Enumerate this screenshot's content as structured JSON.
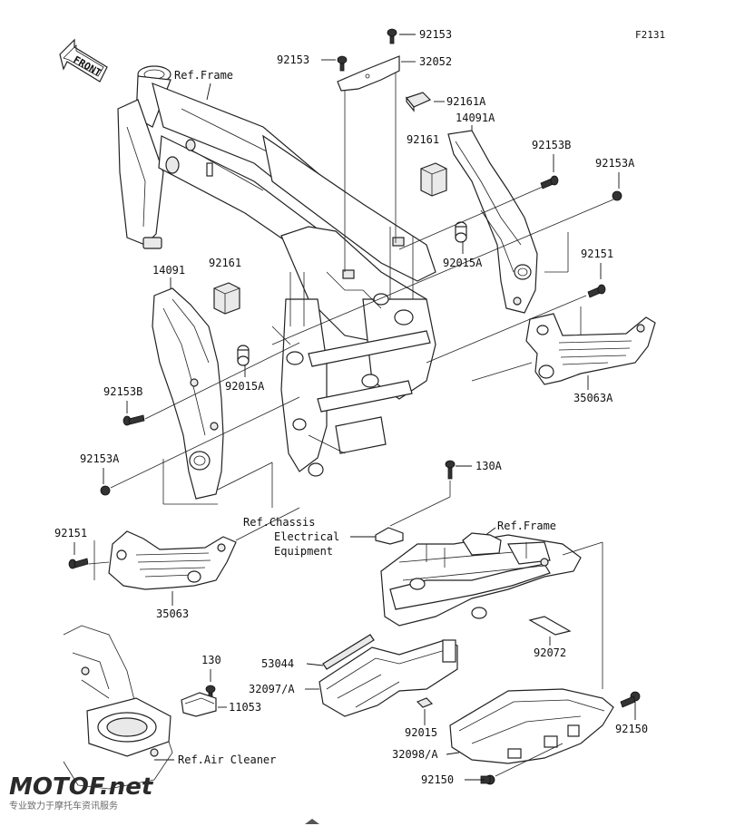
{
  "figure_code": "F2131",
  "front_label": "FRONT",
  "refs": {
    "frame_top": "Ref.Frame",
    "frame_sub": "Ref.Frame",
    "chassis_line1": "Ref.Chassis",
    "chassis_line2": "Electrical",
    "chassis_line3": "Equipment",
    "air_cleaner": "Ref.Air Cleaner"
  },
  "parts": {
    "p92153_top": "92153",
    "p92153_left": "92153",
    "p32052": "32052",
    "p92161A": "92161A",
    "p14091A": "14091A",
    "p92161_right": "92161",
    "p92153B_right": "92153B",
    "p92153A_right": "92153A",
    "p92015A_right": "92015A",
    "p92151_right": "92151",
    "p35063A": "35063A",
    "p14091": "14091",
    "p92161_left": "92161",
    "p92015A_left": "92015A",
    "p92153B_left": "92153B",
    "p92153A_left": "92153A",
    "p130A": "130A",
    "p92151_left": "92151",
    "p35063": "35063",
    "p53044": "53044",
    "p32097A": "32097/A",
    "p92072": "92072",
    "p130": "130",
    "p11053": "11053",
    "p92015": "92015",
    "p92150_right": "92150",
    "p32098A": "32098/A",
    "p92150_bottom": "92150"
  },
  "watermark": {
    "brand": "MOTOF.net",
    "tagline": "专业致力于摩托车资讯服务"
  }
}
